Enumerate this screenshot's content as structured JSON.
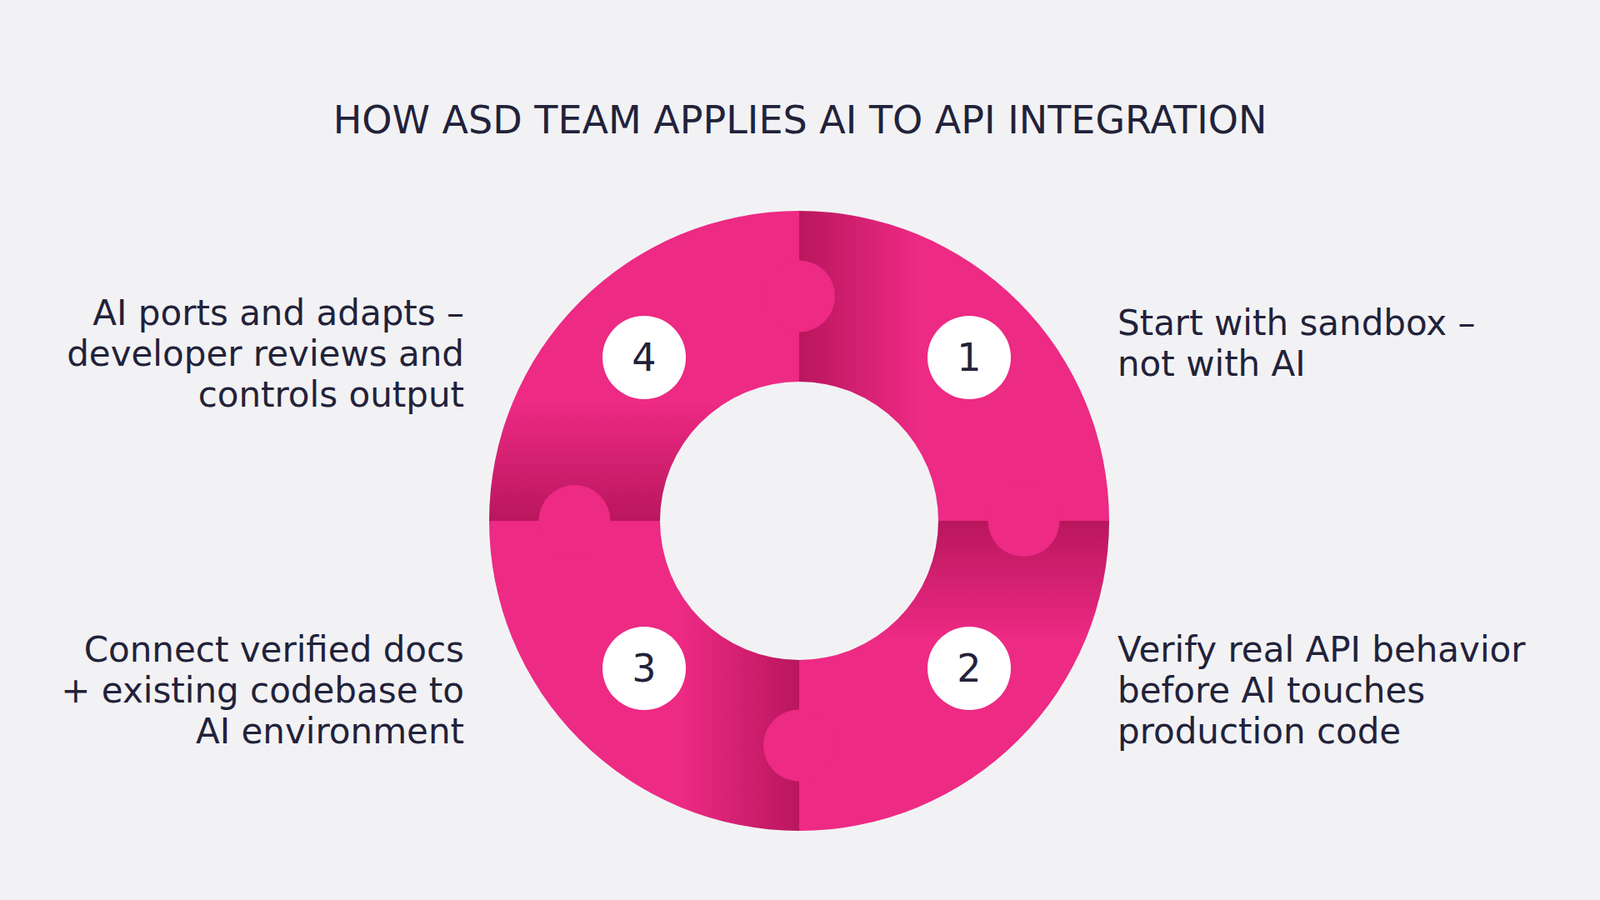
{
  "diagram": {
    "title": "HOW ASD TEAM APPLIES AI TO API INTEGRATION",
    "nodes": [
      {
        "text": [
          "1",
          "Start with sandbox – not with AI"
        ]
      },
      {
        "text": [
          "2",
          "Verify real API behavior before AI touches production code"
        ]
      },
      {
        "text": [
          "3",
          "Connect verified docs + existing codebase to AI environment"
        ]
      },
      {
        "text": [
          "4",
          "AI ports and adapts – developer reviews and controls output"
        ]
      }
    ]
  }
}
